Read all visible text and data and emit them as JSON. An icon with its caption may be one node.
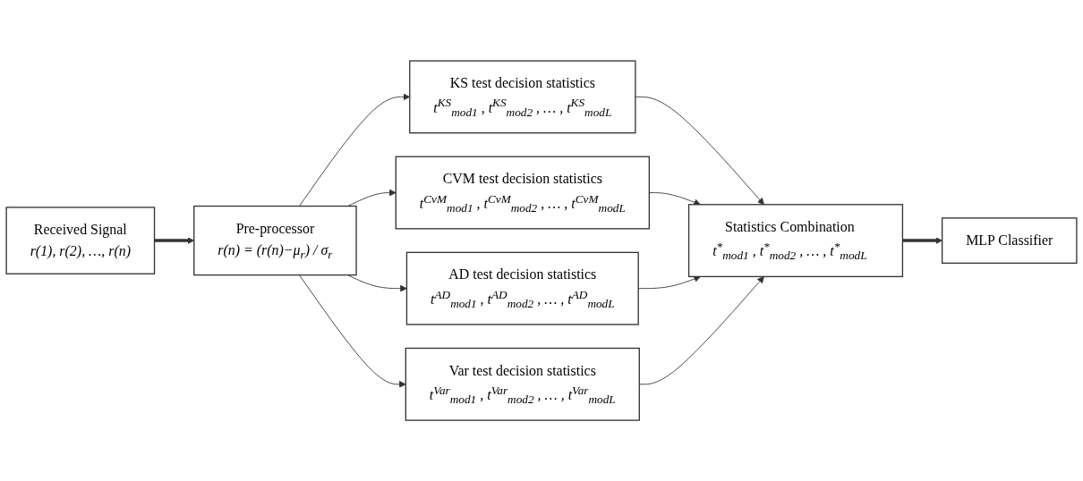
{
  "diagram": {
    "nodes": [
      {
        "text": [
          "Received Signal",
          "r(1),  r(2),  …, r(n)"
        ]
      },
      {
        "text": [
          "Pre-processor",
          "r(n) = (r(n)−μ$_{r}$) / σ$_{r}$"
        ]
      },
      {
        "text": [
          "KS test decision statistics",
          "t$^{KS}$$_{mod1}$ , t$^{KS}$$_{mod2}$ , … , t$^{KS}$$_{modL}$"
        ]
      },
      {
        "text": [
          "CVM test decision statistics",
          "t$^{CvM}$$_{mod1}$ , t$^{CvM}$$_{mod2}$ , … , t$^{CvM}$$_{modL}$"
        ]
      },
      {
        "text": [
          "AD test decision statistics",
          "t$^{AD}$$_{mod1}$ , t$^{AD}$$_{mod2}$ , … , t$^{AD}$$_{modL}$"
        ]
      },
      {
        "text": [
          "Var test decision statistics",
          "t$^{Var}$$_{mod1}$ , t$^{Var}$$_{mod2}$ , … , t$^{Var}$$_{modL}$"
        ]
      },
      {
        "text": [
          "Statistics Combination",
          "t$^{*}$$_{mod1}$ , t$^{*}$$_{mod2}$ , … , t$^{*}$$_{modL}$"
        ]
      },
      {
        "text": [
          "MLP Classifier"
        ]
      }
    ],
    "edges": [
      {
        "from": 0,
        "to": 1,
        "arrow": "to",
        "style": "thick"
      },
      {
        "from": 1,
        "to": 2,
        "arrow": "to"
      },
      {
        "from": 1,
        "to": 3,
        "arrow": "to"
      },
      {
        "from": 1,
        "to": 4,
        "arrow": "to"
      },
      {
        "from": 1,
        "to": 5,
        "arrow": "to"
      },
      {
        "from": 2,
        "to": 6,
        "arrow": "to"
      },
      {
        "from": 3,
        "to": 6,
        "arrow": "to"
      },
      {
        "from": 4,
        "to": 6,
        "arrow": "to"
      },
      {
        "from": 5,
        "to": 6,
        "arrow": "to"
      },
      {
        "from": 6,
        "to": 7,
        "arrow": "to",
        "style": "thick"
      }
    ]
  }
}
